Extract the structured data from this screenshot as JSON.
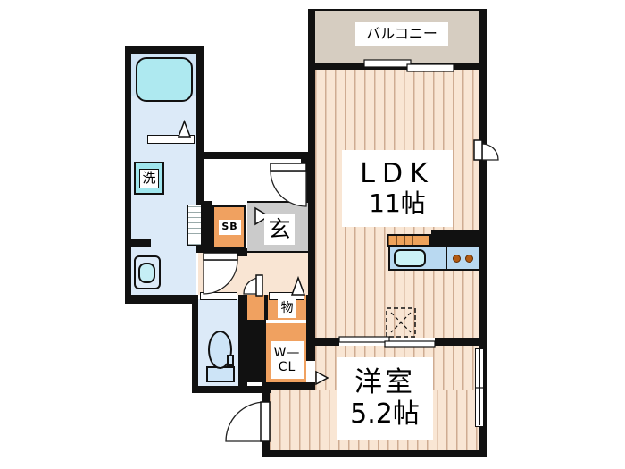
{
  "plan": {
    "balcony": {
      "label": "バルコニー"
    },
    "ldk": {
      "name": "LDK",
      "size": "11帖"
    },
    "western_room": {
      "name": "洋室",
      "size": "5.2帖"
    },
    "entrance": {
      "label": "玄"
    },
    "shoe_box": {
      "label": "SB"
    },
    "washing_machine": {
      "label": "洗"
    },
    "storage": {
      "label": "物"
    },
    "walk_in_closet": {
      "line1": "W—",
      "line2": "CL"
    }
  },
  "fixtures": [
    "bathtub",
    "washing-machine",
    "wash-basin",
    "toilet",
    "kitchen-counter",
    "kitchen-sink",
    "kitchen-burners",
    "refrigerator-space",
    "balcony-sliding-window",
    "bedroom-window"
  ],
  "colors": {
    "wall": "#111111",
    "flooring": "#f9e6d4",
    "flooring_stripe": "#a5734f",
    "hallway": "#f9e5d3",
    "balcony": "#d6cdc1",
    "entrance_floor": "#cbcbcb",
    "closet_orange": "#f0a160",
    "wet_area_blue": "#dceaf8",
    "bath_floor_blue": "#cfe3f4",
    "bathtub_cyan": "#aee9f0",
    "washer_cyan": "#9fe6ee",
    "kitchen_counter_blue": "#b9d9f1",
    "sink_cyan": "#ccf2f6",
    "burner_brown": "#b35a12",
    "fixture_blue": "#cde4f7"
  }
}
